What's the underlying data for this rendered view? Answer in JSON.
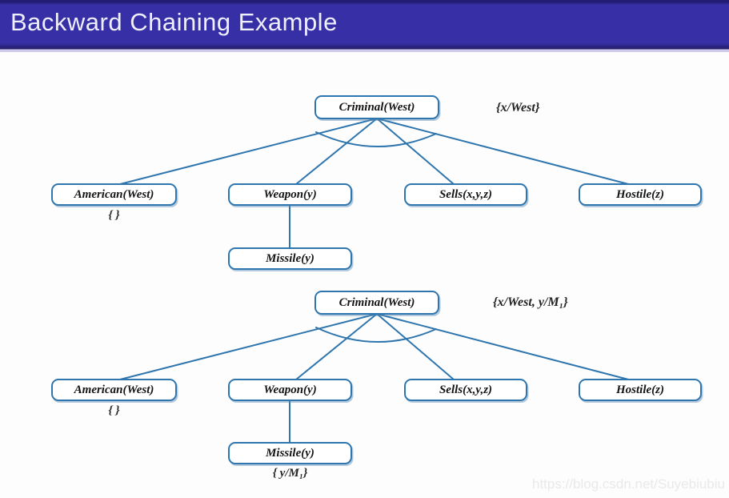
{
  "header": {
    "title": "Backward Chaining Example"
  },
  "colors": {
    "header_bg": "#362fa6",
    "header_top_strip": "#241d76",
    "header_bottom_line": "#cdcaeb",
    "title_text": "#efeefb",
    "edge": "#2f76ae",
    "node_border": "#2f76ae",
    "node_fill": "#ffffff",
    "node_text": "#141414",
    "watermark_text": "#e9e9e9"
  },
  "watermark": {
    "text": "https://blog.csdn.net/Suyebiubiu"
  },
  "diagrams": [
    {
      "substitution": "{x/West}",
      "root": {
        "label": "Criminal(West)"
      },
      "children": [
        {
          "label": "American(West)",
          "note": "{ }"
        },
        {
          "label": "Weapon(y)"
        },
        {
          "label": "Sells(x,y,z)"
        },
        {
          "label": "Hostile(z)"
        }
      ],
      "grandchild": {
        "label": "Missile(y)"
      }
    },
    {
      "substitution": "{x/West, y/M₁}",
      "root": {
        "label": "Criminal(West)"
      },
      "children": [
        {
          "label": "American(West)",
          "note": "{ }"
        },
        {
          "label": "Weapon(y)"
        },
        {
          "label": "Sells(x,y,z)"
        },
        {
          "label": "Hostile(z)"
        }
      ],
      "grandchild": {
        "label": "Missile(y)",
        "note": "{ y/M₁}"
      }
    }
  ]
}
